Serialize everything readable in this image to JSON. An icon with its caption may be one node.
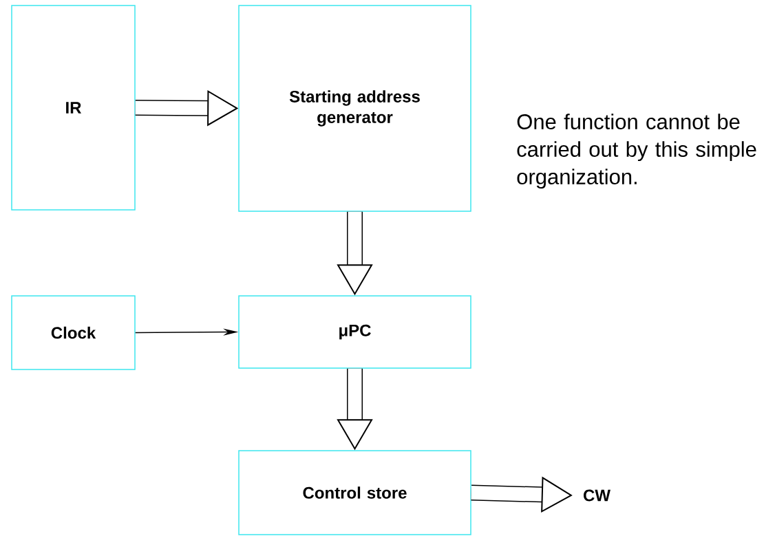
{
  "diagram": {
    "nodes": [
      {
        "text": [
          "IR"
        ]
      },
      {
        "text": [
          "Starting address generator"
        ]
      },
      {
        "text": [
          "Clock"
        ]
      },
      {
        "text": [
          "μPC"
        ]
      },
      {
        "text": [
          "Control store"
        ]
      },
      {
        "text": [
          "CW"
        ]
      }
    ],
    "edges": [
      {
        "from": 0,
        "to": 1,
        "arrow": "to"
      },
      {
        "from": 1,
        "to": 3,
        "arrow": "to"
      },
      {
        "from": 2,
        "to": 3,
        "arrow": "to"
      },
      {
        "from": 3,
        "to": 4,
        "arrow": "to"
      },
      {
        "from": 4,
        "to": 5,
        "arrow": "to"
      }
    ],
    "labels": [
      "One function cannot be carried out by this simple organization."
    ]
  }
}
